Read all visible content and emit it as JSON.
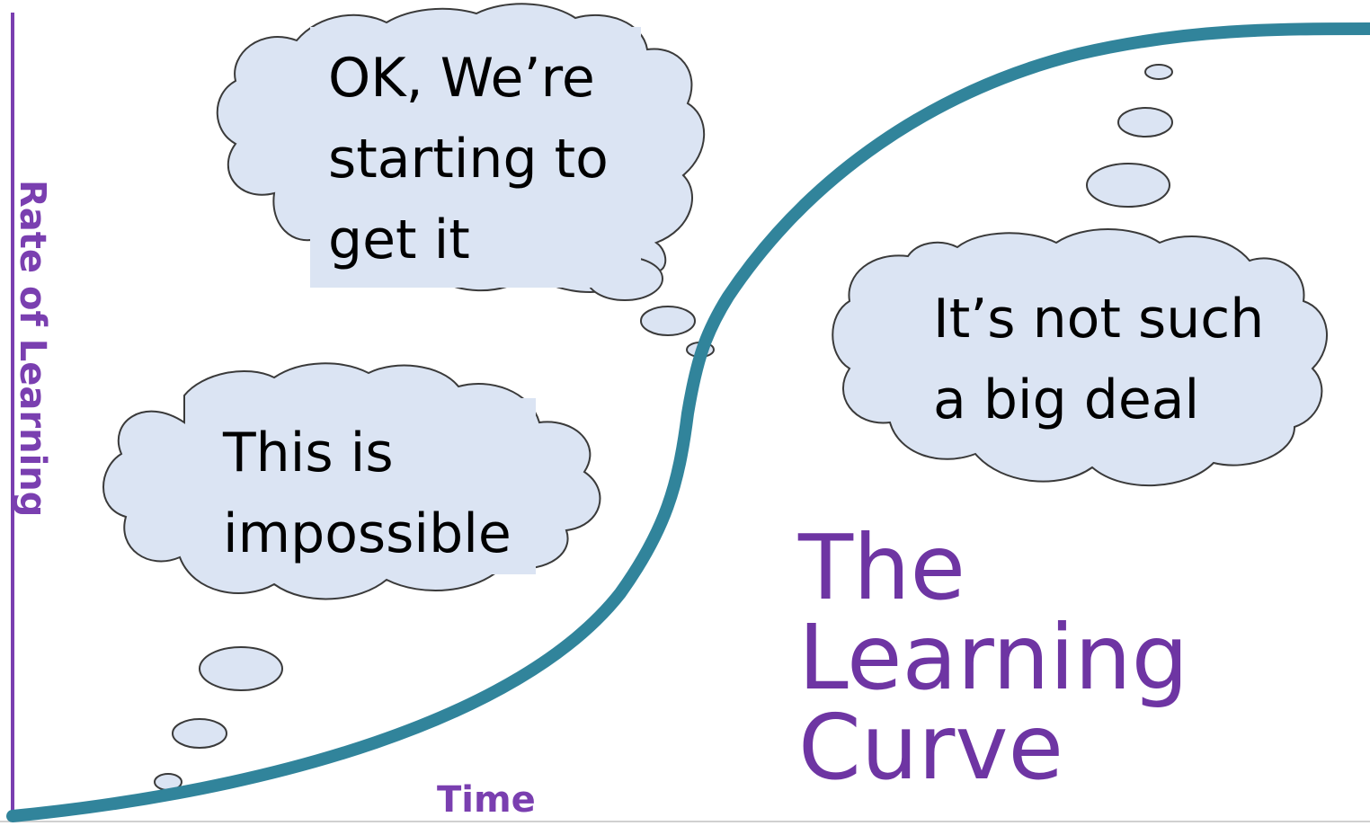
{
  "diagram": {
    "x_axis_label": "Time",
    "y_axis_label": "Rate of Learning",
    "title_lines": [
      "The",
      "Learning",
      "Curve"
    ],
    "thoughts": [
      {
        "lines": [
          "This is",
          "impossible"
        ]
      },
      {
        "lines": [
          "OK, We’re",
          "starting to",
          "get it"
        ]
      },
      {
        "lines": [
          "It’s not such",
          "a big deal"
        ]
      }
    ]
  },
  "colors": {
    "curve": "#31849b",
    "axis": "#7a3fb0",
    "title": "#6e35a3",
    "bubble_fill": "#dbe4f3",
    "bubble_stroke": "#3a3a3a"
  }
}
